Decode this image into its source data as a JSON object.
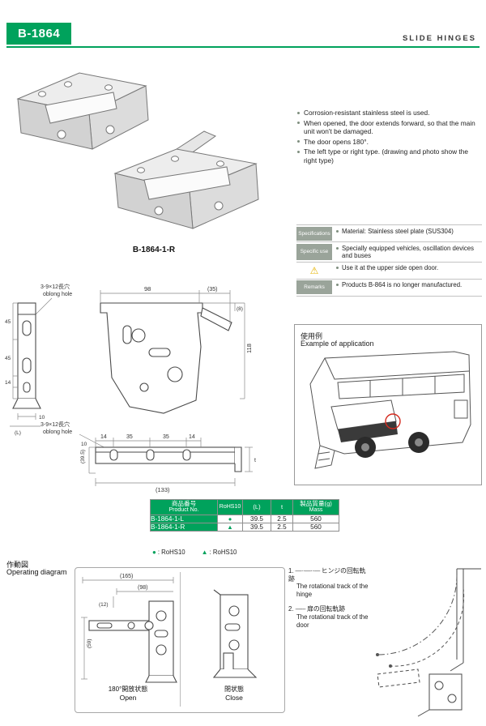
{
  "colors": {
    "accent": "#00a25c",
    "warning": "#e6b400",
    "marker_red": "#d42a1e"
  },
  "header": {
    "product_code": "B-1864",
    "category": "SLIDE HINGES"
  },
  "photo": {
    "caption": "B-1864-1-R"
  },
  "features": [
    "Corrosion-resistant stainless steel is used.",
    "When opened, the door extends forward, so that the main unit won't be damaged.",
    "The door opens 180°.",
    "The left type or right type. (drawing and photo show the right type)"
  ],
  "specs": {
    "rows": [
      {
        "label": "Specifications",
        "text": "Material: Stainless steel plate (SUS304)"
      },
      {
        "label": "Specific use",
        "text": "Specially equipped vehicles, oscillation devices and buses"
      },
      {
        "label": "⚠",
        "text": "Use it at the upper side open door."
      },
      {
        "label": "Remarks",
        "text": "Products B-864 is no longer manufactured."
      }
    ]
  },
  "drawing": {
    "hole_note_jp": "3-9×12長穴",
    "hole_note_en": "oblong hole",
    "side_dims": {
      "w": "98",
      "w2": "(35)",
      "d8": "(8)",
      "h": "118"
    },
    "left_dims": {
      "a": "45",
      "b": "45",
      "c": "14",
      "d": "10",
      "L": "(L)"
    },
    "bottom_dims": {
      "a": "14",
      "b": "35",
      "c": "35",
      "d": "14",
      "t": "t",
      "e": "10",
      "f": "(39.5)",
      "g": "(133)"
    }
  },
  "application": {
    "title_jp": "使用例",
    "title_en": "Example of application"
  },
  "table": {
    "col_product_jp": "商品番号",
    "col_product_en": "Product No.",
    "col_rohs": "RoHS10",
    "col_l": "(L)",
    "col_t": "t",
    "col_mass_jp": "製品質量(g)",
    "col_mass_en": "Mass",
    "rows": [
      {
        "no": "B-1864-1-L",
        "mark": "●",
        "l": "39.5",
        "t": "2.5",
        "mass": "560"
      },
      {
        "no": "B-1864-1-R",
        "mark": "▲",
        "l": "39.5",
        "t": "2.5",
        "mass": "560"
      }
    ],
    "legend": [
      {
        "mark": "●",
        "label": ": RoHS10"
      },
      {
        "mark": "▲",
        "label": ": RoHS10"
      }
    ]
  },
  "operating": {
    "title_jp": "作動図",
    "title_en": "Operating diagram",
    "dims": {
      "a": "(165)",
      "b": "(98)",
      "c": "(12)",
      "d": "(59)"
    },
    "open_jp": "180°開放状態",
    "open_en": "Open",
    "close_jp": "閉状態",
    "close_en": "Close",
    "notes": [
      {
        "num": "1.",
        "style": "―··―··―",
        "jp": "ヒンジの回転軌跡",
        "en": "The rotational track of the hinge"
      },
      {
        "num": "2.",
        "style": "------",
        "jp": "扉の回転軌跡",
        "en": "The rotational track of the door"
      }
    ]
  }
}
